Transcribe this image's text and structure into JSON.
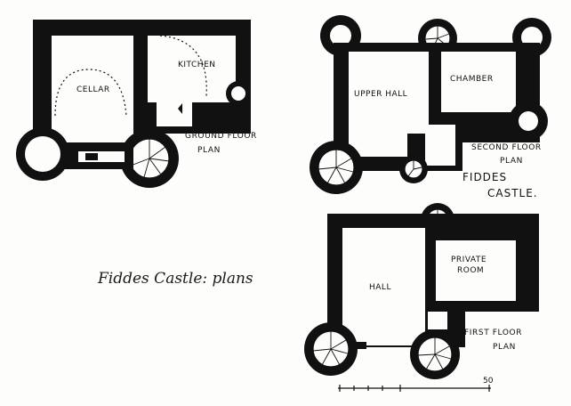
{
  "caption": "Fiddes Castle: plans",
  "castle_name_line1": "FIDDES",
  "castle_name_line2": "CASTLE.",
  "scale_value": "50",
  "ground_floor": {
    "rooms": [
      "CELLAR",
      "KITCHEN"
    ],
    "plan_label_line1": "GROUND FLOOR",
    "plan_label_line2": "PLAN"
  },
  "second_floor": {
    "rooms": [
      "UPPER HALL",
      "CHAMBER"
    ],
    "plan_label_line1": "SECOND FLOOR",
    "plan_label_line2": "PLAN"
  },
  "first_floor": {
    "rooms": [
      "HALL",
      "PRIVATE",
      "ROOM"
    ],
    "plan_label_line1": "FIRST FLOOR",
    "plan_label_line2": "PLAN"
  }
}
